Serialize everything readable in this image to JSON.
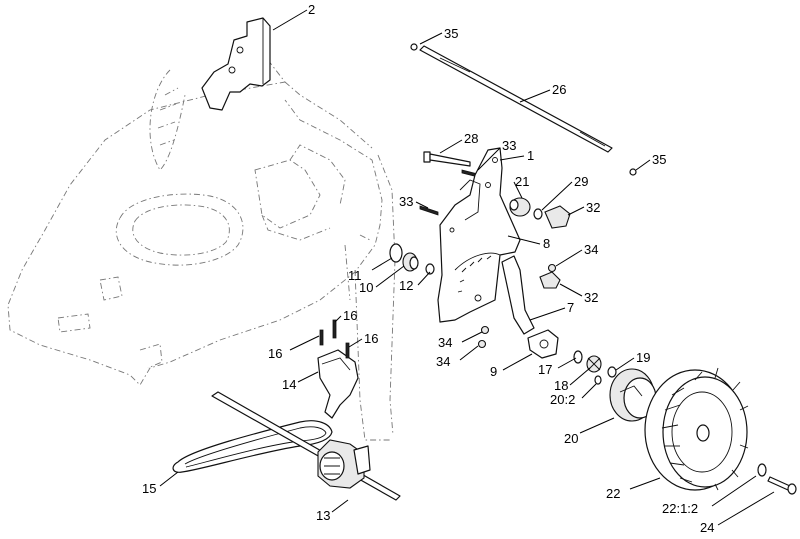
{
  "callouts": [
    {
      "id": "c-2",
      "text": "2"
    },
    {
      "id": "c-35a",
      "text": "35"
    },
    {
      "id": "c-26",
      "text": "26"
    },
    {
      "id": "c-28",
      "text": "28"
    },
    {
      "id": "c-33a",
      "text": "33"
    },
    {
      "id": "c-1",
      "text": "1"
    },
    {
      "id": "c-35b",
      "text": "35"
    },
    {
      "id": "c-21",
      "text": "21"
    },
    {
      "id": "c-29",
      "text": "29"
    },
    {
      "id": "c-33b",
      "text": "33"
    },
    {
      "id": "c-32a",
      "text": "32"
    },
    {
      "id": "c-8",
      "text": "8"
    },
    {
      "id": "c-34a",
      "text": "34"
    },
    {
      "id": "c-11",
      "text": "11"
    },
    {
      "id": "c-10",
      "text": "10"
    },
    {
      "id": "c-12",
      "text": "12"
    },
    {
      "id": "c-32b",
      "text": "32"
    },
    {
      "id": "c-7",
      "text": "7"
    },
    {
      "id": "c-16a",
      "text": "16"
    },
    {
      "id": "c-16b",
      "text": "16"
    },
    {
      "id": "c-16c",
      "text": "16"
    },
    {
      "id": "c-34b",
      "text": "34"
    },
    {
      "id": "c-34c",
      "text": "34"
    },
    {
      "id": "c-9",
      "text": "9"
    },
    {
      "id": "c-17",
      "text": "17"
    },
    {
      "id": "c-19",
      "text": "19"
    },
    {
      "id": "c-14",
      "text": "14"
    },
    {
      "id": "c-18",
      "text": "18"
    },
    {
      "id": "c-20-2",
      "text": "20:2"
    },
    {
      "id": "c-20",
      "text": "20"
    },
    {
      "id": "c-15",
      "text": "15"
    },
    {
      "id": "c-22",
      "text": "22"
    },
    {
      "id": "c-13",
      "text": "13"
    },
    {
      "id": "c-22-1-2",
      "text": "22:1:2"
    },
    {
      "id": "c-24",
      "text": "24"
    }
  ]
}
